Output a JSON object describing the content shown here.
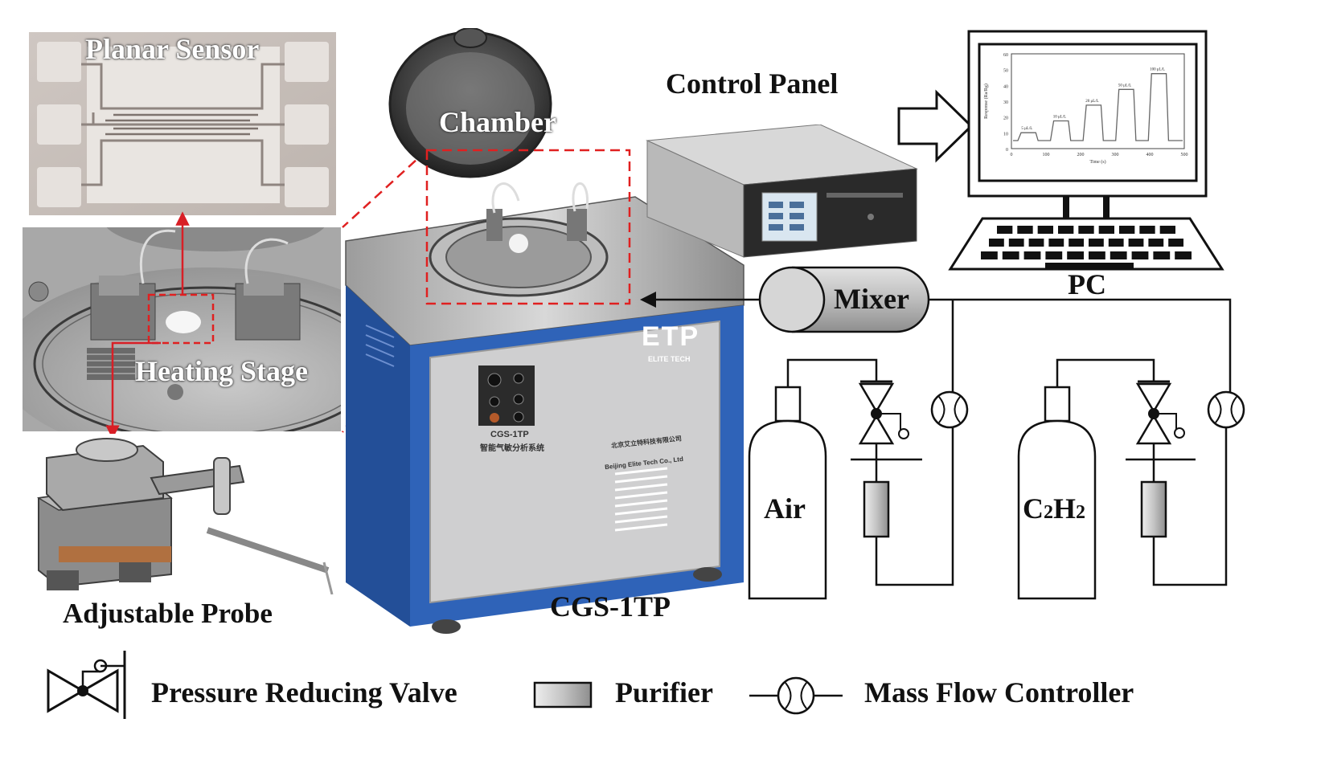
{
  "labels": {
    "planar_sensor": "Planar Sensor",
    "chamber": "Chamber",
    "control_panel": "Control Panel",
    "pc": "PC",
    "mixer": "Mixer",
    "heating_stage": "Heating Stage",
    "adjustable_probe": "Adjustable Probe",
    "instrument": "CGS-1TP",
    "air": "Air",
    "c2h2_main": "C",
    "c2h2_sub": "2",
    "c2h2_h": "H",
    "c2h2_sub2": "2"
  },
  "legend": {
    "valve": "Pressure Reducing Valve",
    "purifier": "Purifier",
    "mfc": "Mass Flow Controller"
  },
  "cabinet": {
    "brand": "ETP",
    "brand_sub": "ELITE TECH",
    "model": "CGS-1TP",
    "model_cn": "智能气敏分析系统",
    "maker_cn": "北京艾立特科技有限公司",
    "maker_en": "Beijing Elite Tech Co., Ltd"
  },
  "monitor_plot": {
    "ylabel": "Response (Ra/Rg)",
    "xlabel": "Time (s)",
    "yticks": [
      "60",
      "50",
      "40",
      "30",
      "20",
      "10",
      "0"
    ],
    "xticks": [
      "0",
      "100",
      "200",
      "300",
      "400",
      "500"
    ],
    "steps": [
      "5 μL/L",
      "10 μL/L",
      "20 μL/L",
      "50 μL/L",
      "100 μL/L"
    ]
  },
  "colors": {
    "dash_red": "#e02020",
    "arrow_red": "#d81f26",
    "cabinet_blue": "#2f63b8",
    "line": "#111111"
  }
}
